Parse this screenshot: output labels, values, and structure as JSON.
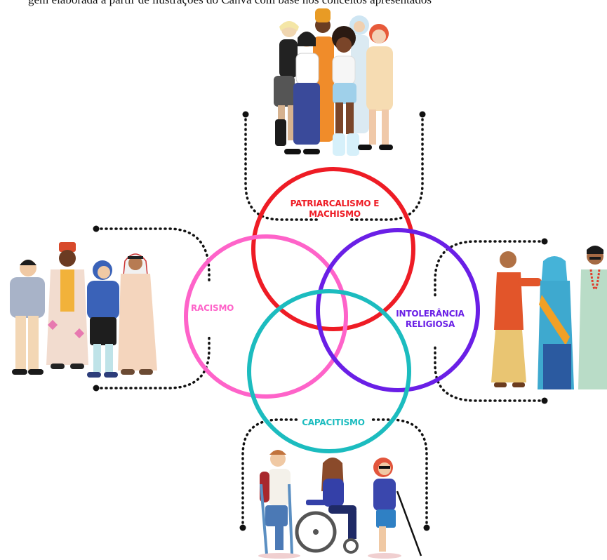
{
  "caption": "gem elaborada a partir de ilustrações do Canva com base nos conceitos apresentados",
  "colors": {
    "patriarcalismo": "#ee1c25",
    "racismo": "#fe63c9",
    "intolerancia": "#6a1fe6",
    "capacitismo": "#1cbcbf",
    "connector": "#111111"
  },
  "circles": {
    "patriarcalismo": {
      "line1": "PATRIARCALISMO E",
      "line2": "MACHISMO"
    },
    "racismo": {
      "label": "RACISMO"
    },
    "intolerancia": {
      "line1": "INTOLERÂNCIA",
      "line2": "RELIGIOSA"
    },
    "capacitismo": {
      "label": "CAPACITISMO"
    }
  },
  "illustrations": {
    "top": "group-of-diverse-women-illustration",
    "left": "group-of-ethnically-diverse-men-illustration",
    "right": "group-of-south-asian-people-illustration",
    "bottom": "group-of-people-with-disabilities-illustration"
  }
}
